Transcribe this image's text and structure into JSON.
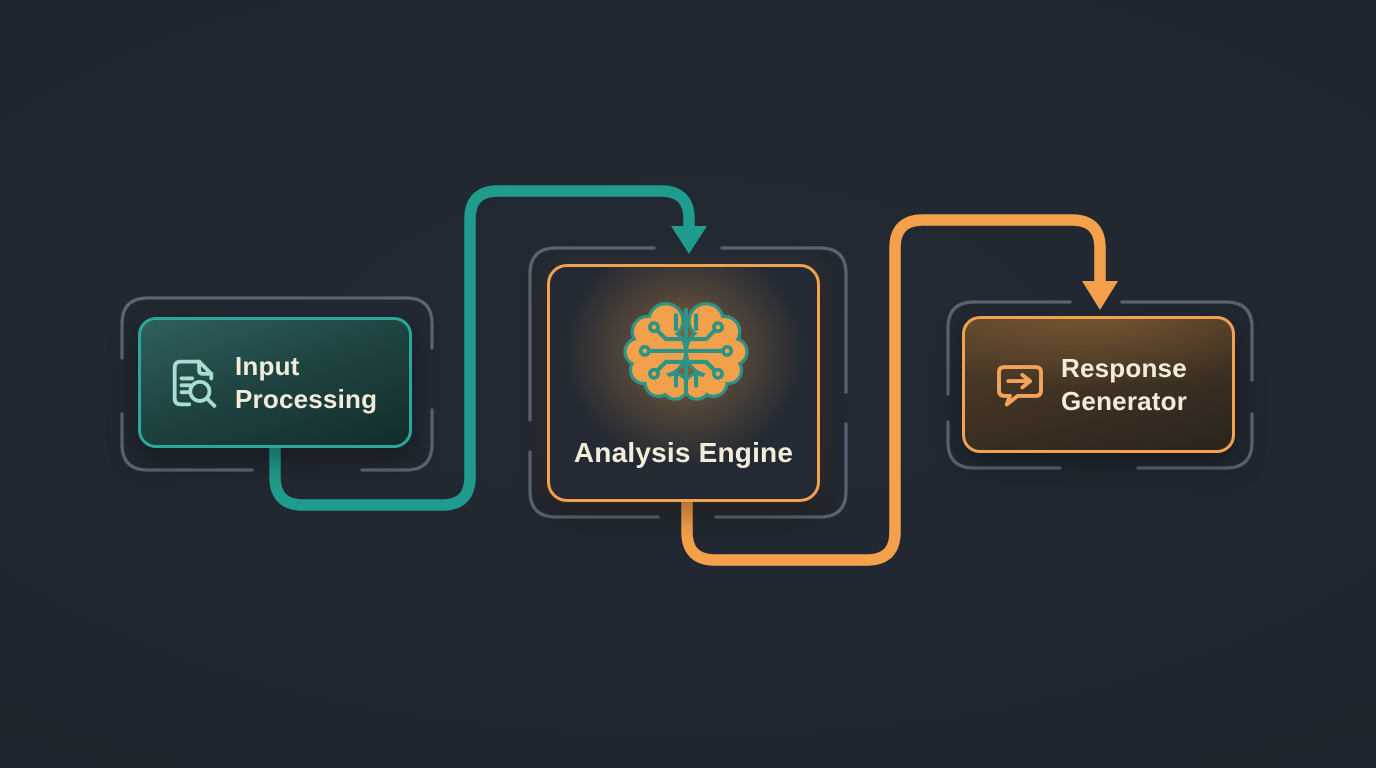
{
  "diagram": {
    "type": "flowchart",
    "nodes": [
      {
        "id": "input-processing",
        "label": "Input Processing",
        "icon": "document-search-icon",
        "border_color": "#2ba89a",
        "icon_color": "#a8ddd2",
        "text_color": "#f2ecda"
      },
      {
        "id": "analysis-engine",
        "label": "Analysis Engine",
        "icon": "circuit-brain-icon",
        "border_color": "#f2a14f",
        "icon_color": "#f3a04b",
        "glow_color": "#f3a04b",
        "text_color": "#f2ecda"
      },
      {
        "id": "response-generator",
        "label": "Response Generator",
        "icon": "chat-forward-icon",
        "border_color": "#f2a14f",
        "icon_color": "#f3a45a",
        "text_color": "#f2ecda"
      }
    ],
    "edges": [
      {
        "from": "input-processing",
        "to": "analysis-engine",
        "color": "#1f9c8d",
        "style": "rounded-pipe-arrow"
      },
      {
        "from": "analysis-engine",
        "to": "response-generator",
        "color": "#f5a14c",
        "style": "rounded-pipe-arrow"
      }
    ],
    "colors": {
      "background": "#20262f",
      "frame_outline": "#5c6472",
      "teal_accent": "#1f9c8d",
      "orange_accent": "#f5a14c",
      "label_text": "#f2ecda"
    }
  }
}
